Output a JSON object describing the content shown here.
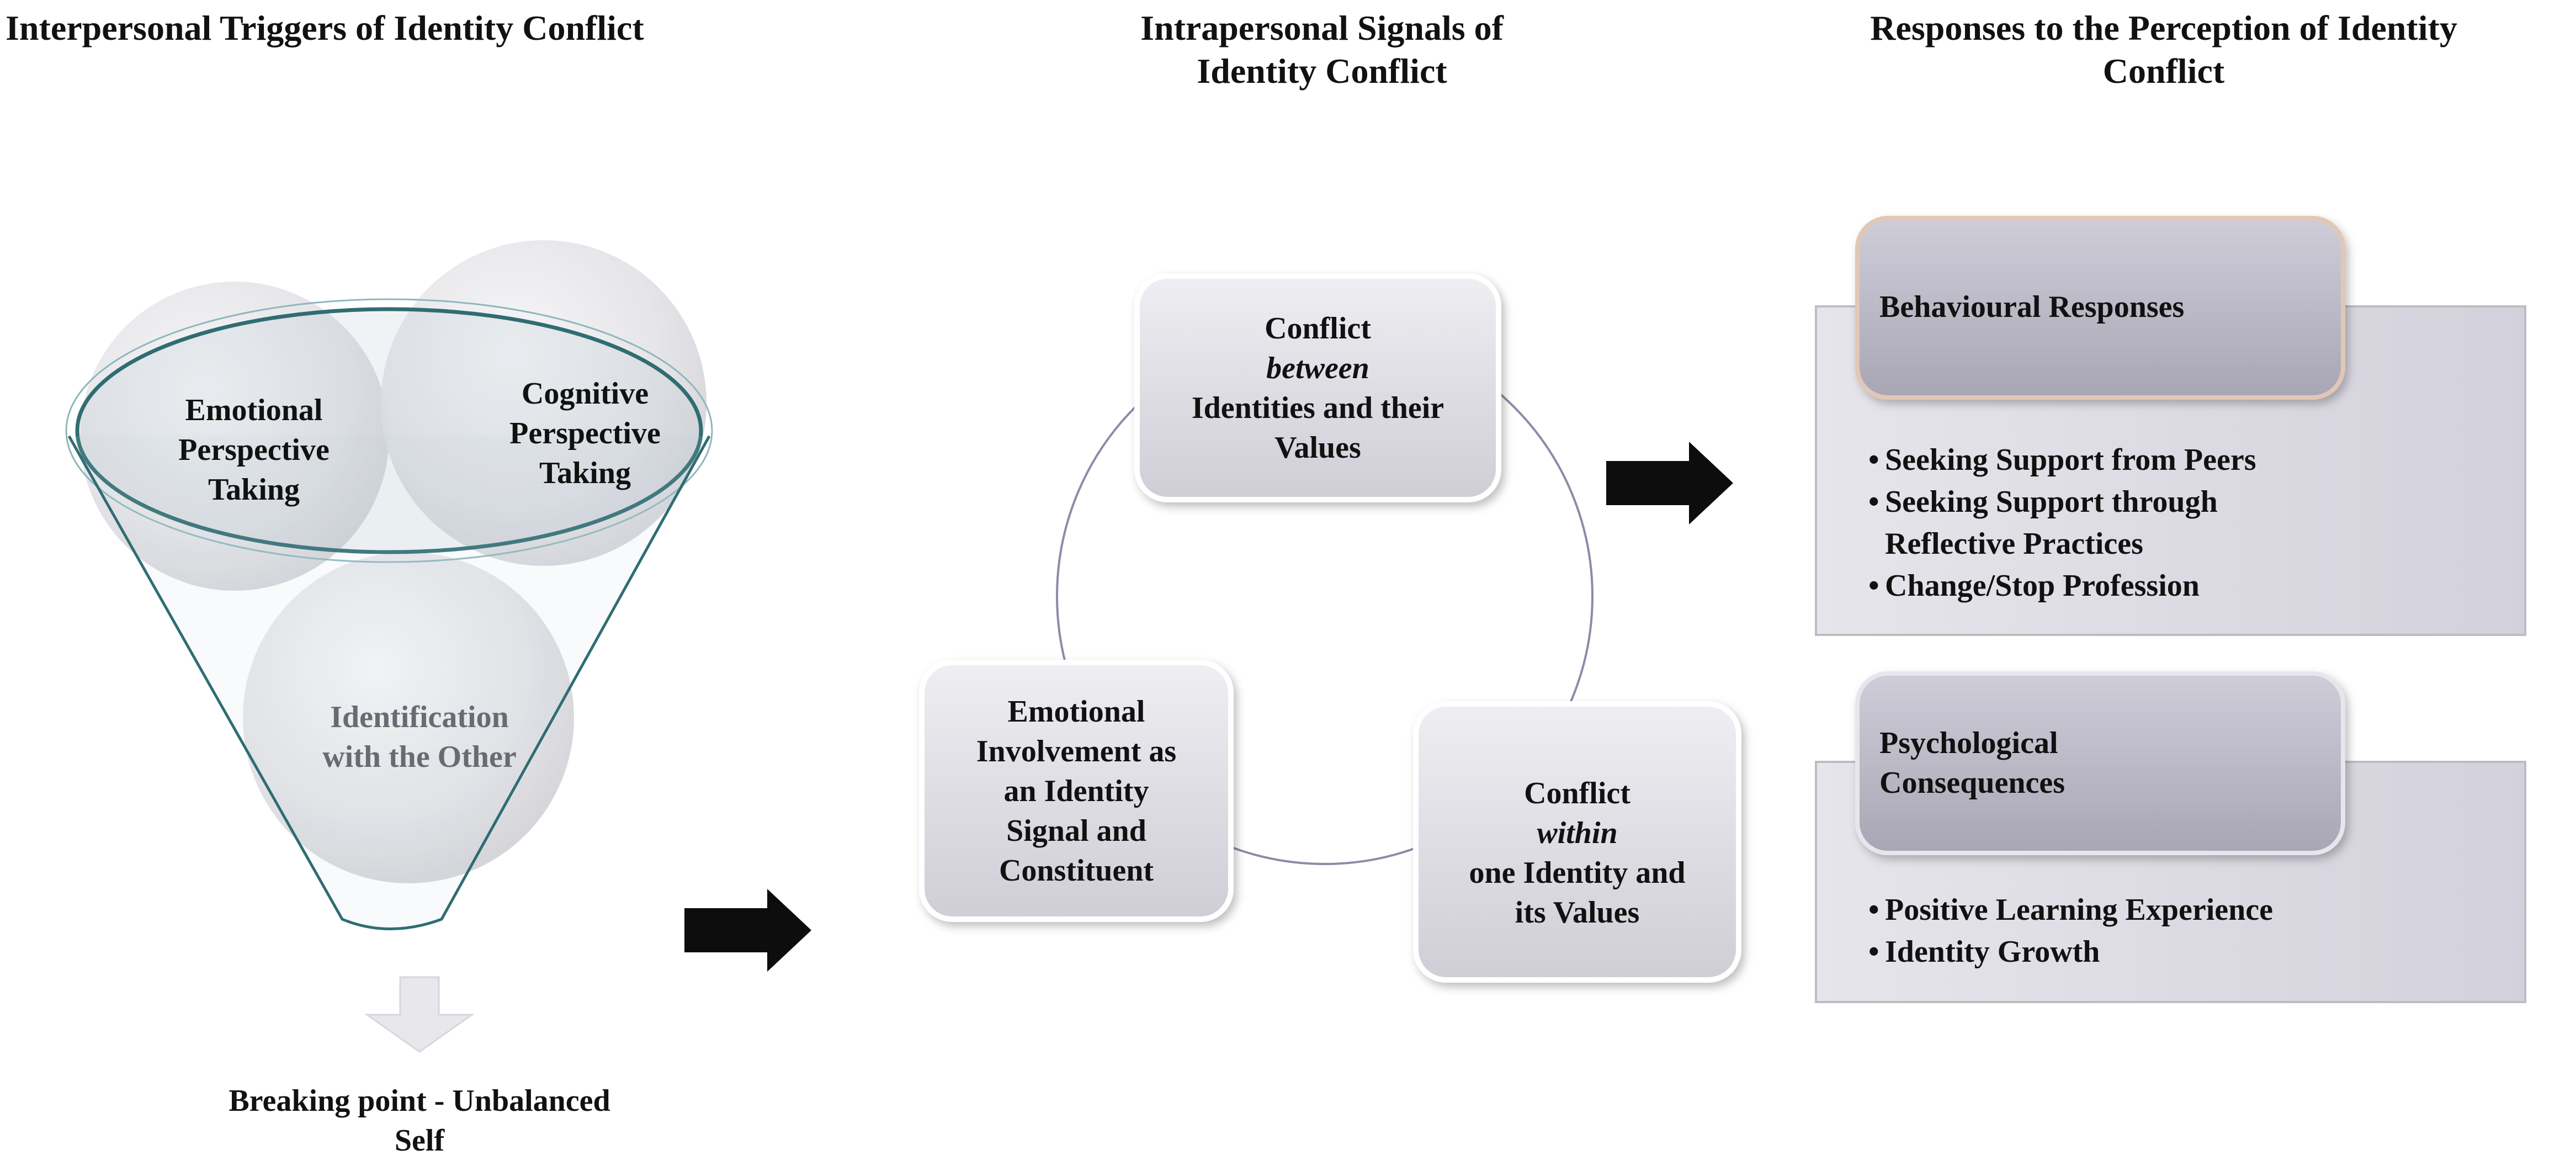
{
  "headings": {
    "triggers": "Interpersonal Triggers of Identity Conflict",
    "signals": [
      "Intrapersonal Signals of",
      "Identity Conflict"
    ],
    "responses": [
      "Responses to the Perception of Identity",
      "Conflict"
    ]
  },
  "triggers": {
    "emotional": [
      "Emotional",
      "Perspective",
      "Taking"
    ],
    "cognitive": [
      "Cognitive",
      "Perspective",
      "Taking"
    ],
    "identification": [
      "Identification",
      "with the Other"
    ],
    "breaking_point": [
      "Breaking point -  Unbalanced",
      "Self"
    ]
  },
  "signals": {
    "between": {
      "pre": "Conflict ",
      "em": "between",
      "rest": [
        "Identities and their",
        "Values"
      ]
    },
    "within": {
      "pre": "Conflict ",
      "em": "within",
      "rest": [
        "one Identity and",
        "its Values"
      ]
    },
    "emotional_involvement": [
      "Emotional",
      "Involvement as",
      "an Identity",
      "Signal and",
      "Constituent"
    ]
  },
  "responses": {
    "behavioural": {
      "title": "Behavioural Responses",
      "items": [
        [
          "Seeking Support from Peers"
        ],
        [
          "Seeking Support through",
          "Reflective Practices"
        ],
        [
          "Change/Stop Profession"
        ]
      ]
    },
    "psychological": {
      "title": [
        "Psychological",
        "Consequences"
      ],
      "items": [
        [
          "Positive Learning Experience"
        ],
        [
          "Identity Growth"
        ]
      ]
    }
  },
  "colors": {
    "circle": "#e4e4e8",
    "funnel_stroke": "#2f6d72",
    "box": "#d9d8e0",
    "tab": "#bdbbc7",
    "tab_border": "#e2c7b6",
    "cycle_line": "#8e8aa8",
    "arrow": "#0d0d0d",
    "down_arrow": "#e8e8ec"
  }
}
